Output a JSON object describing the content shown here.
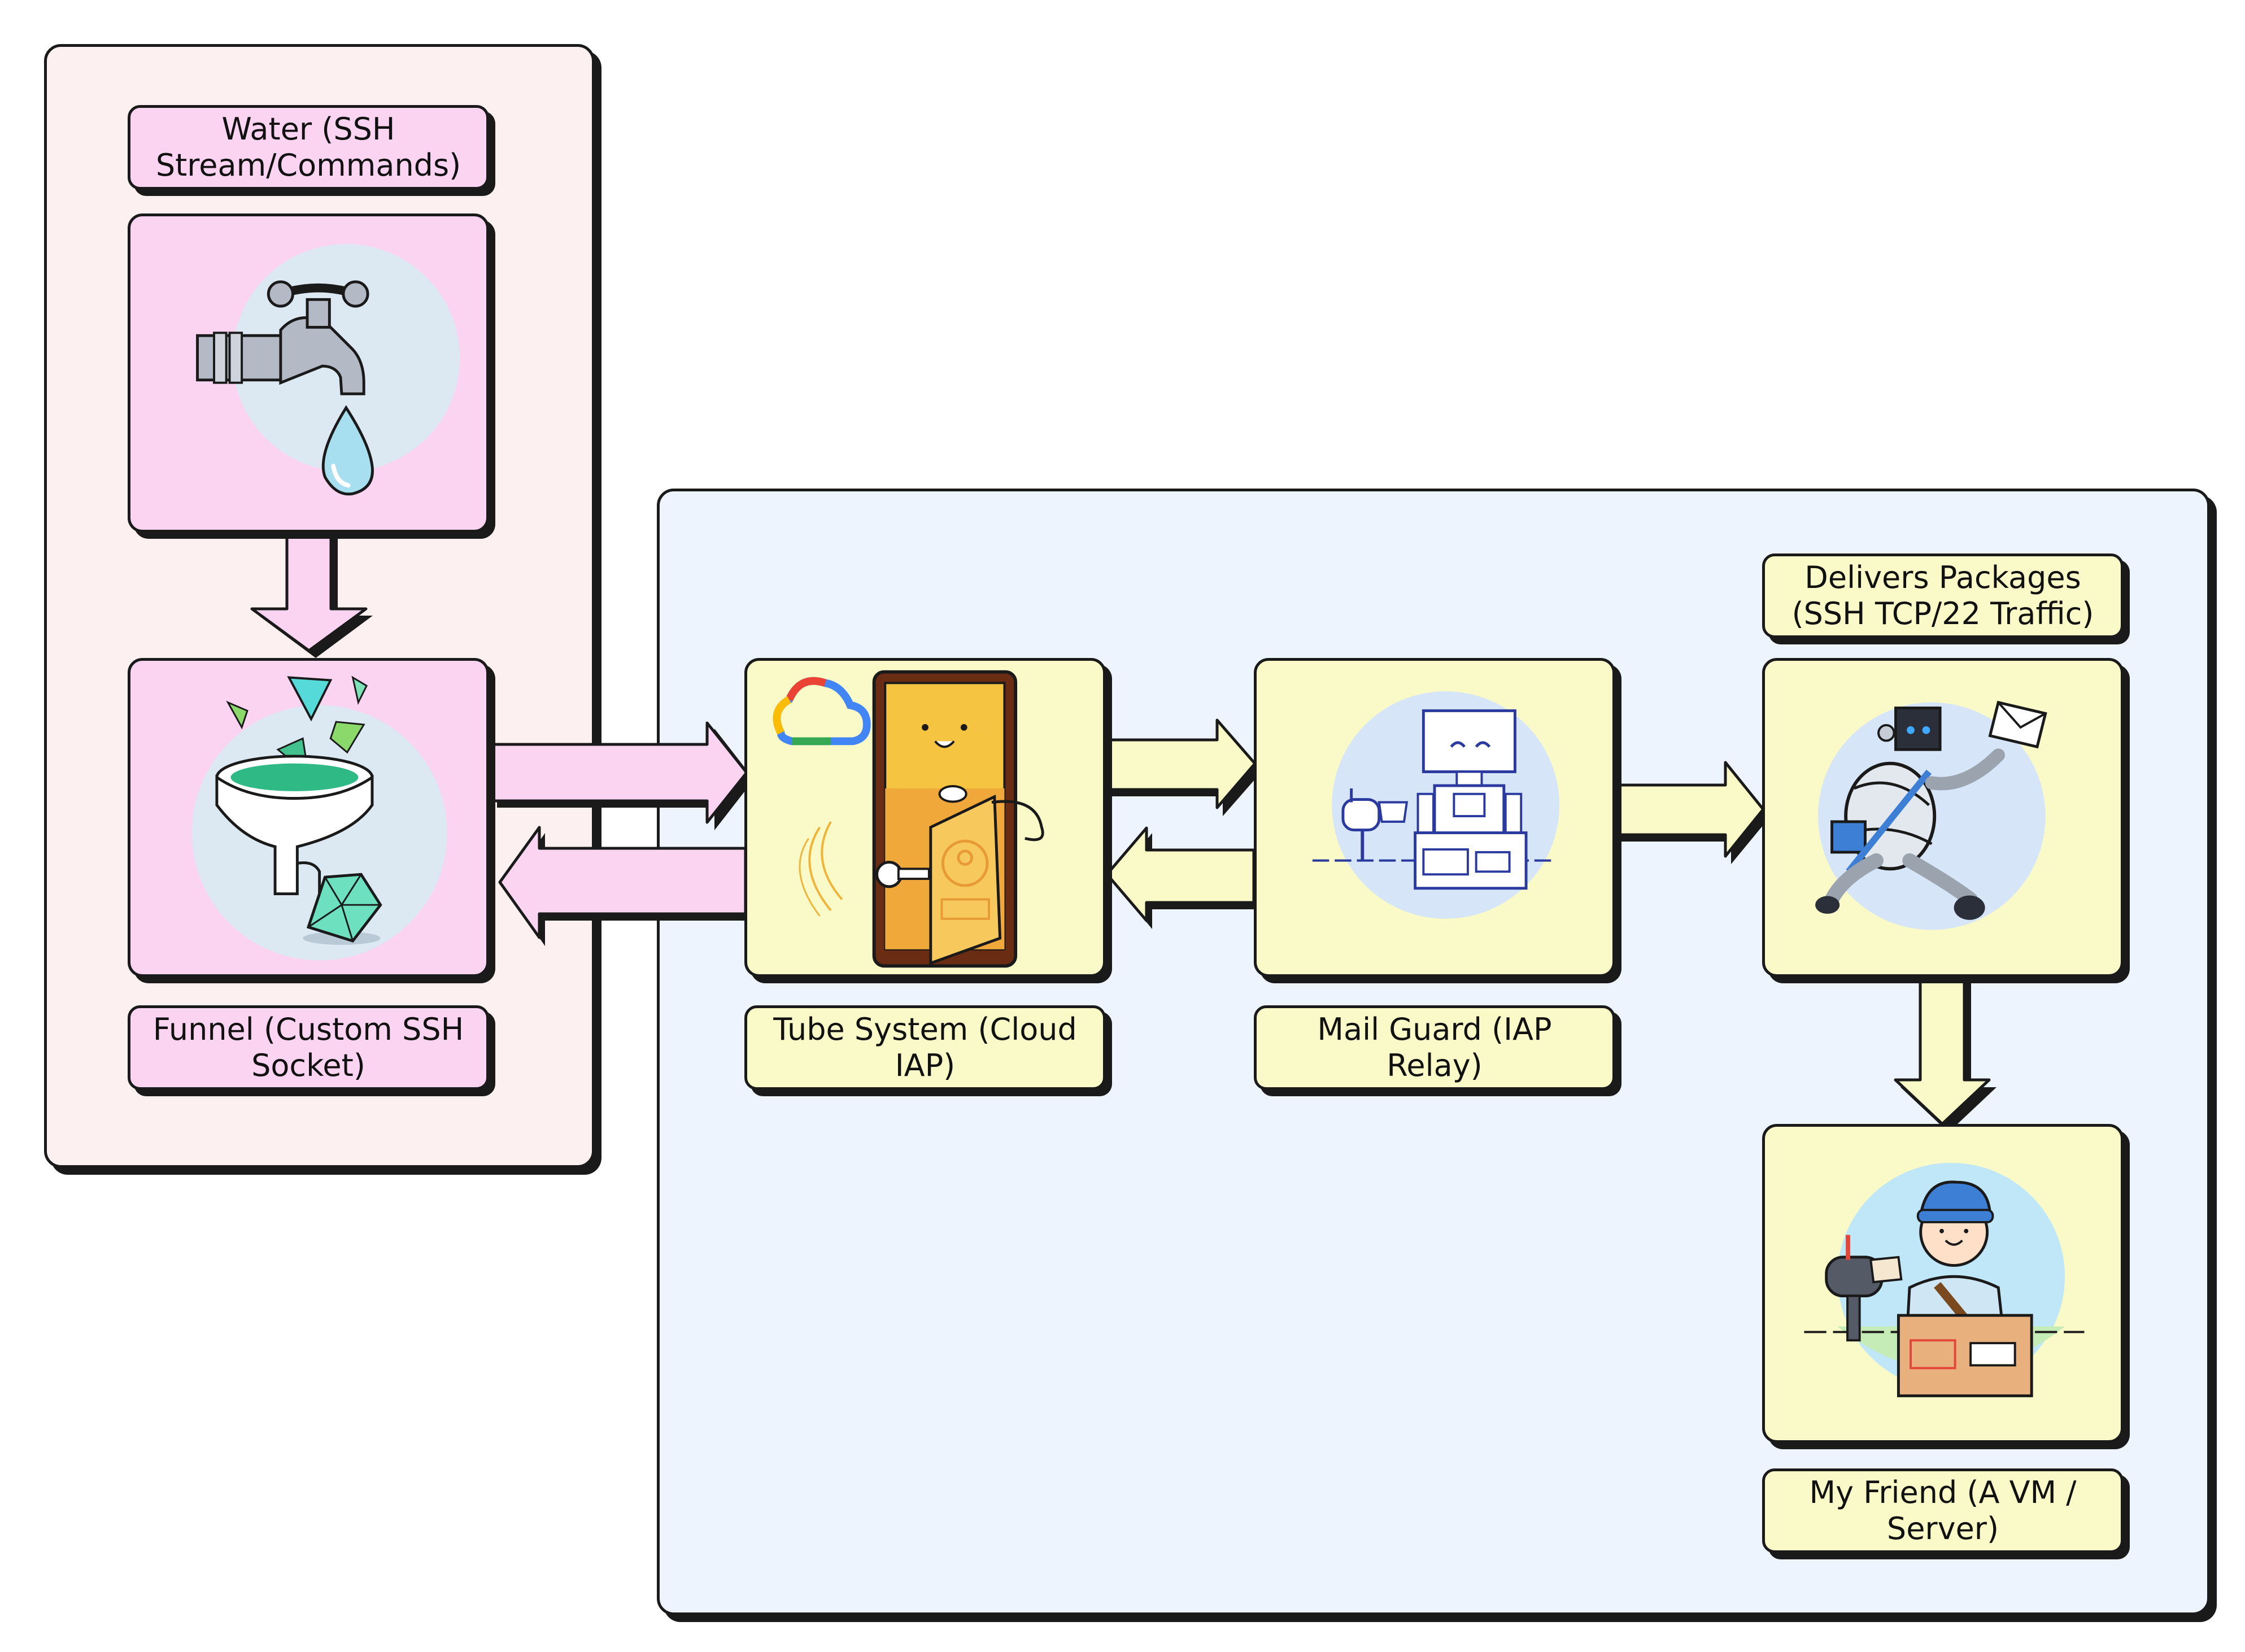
{
  "title": "",
  "colors": {
    "pink_panel": "#fdf0f0",
    "blue_panel": "#edf4fd",
    "pink_box": "#fbd4f2",
    "yellow_box": "#fafac8",
    "outline": "#1a1a1a"
  },
  "labels": {
    "water": "Water (SSH Stream/Commands)",
    "funnel": "Funnel (Custom SSH Socket)",
    "tube": "Tube System (Cloud IAP)",
    "mail_guard": "Mail Guard (IAP Relay)",
    "delivers": "Delivers Packages (SSH TCP/22 Traffic)",
    "friend": "My Friend (A VM / Server)"
  },
  "icons": {
    "water": "faucet-icon",
    "funnel": "funnel-gems-icon",
    "tube": "phone-door-icon",
    "cloud": "google-cloud-icon",
    "mail_guard": "robot-mailbox-icon",
    "delivers": "robot-courier-icon",
    "friend": "mail-carrier-icon"
  }
}
